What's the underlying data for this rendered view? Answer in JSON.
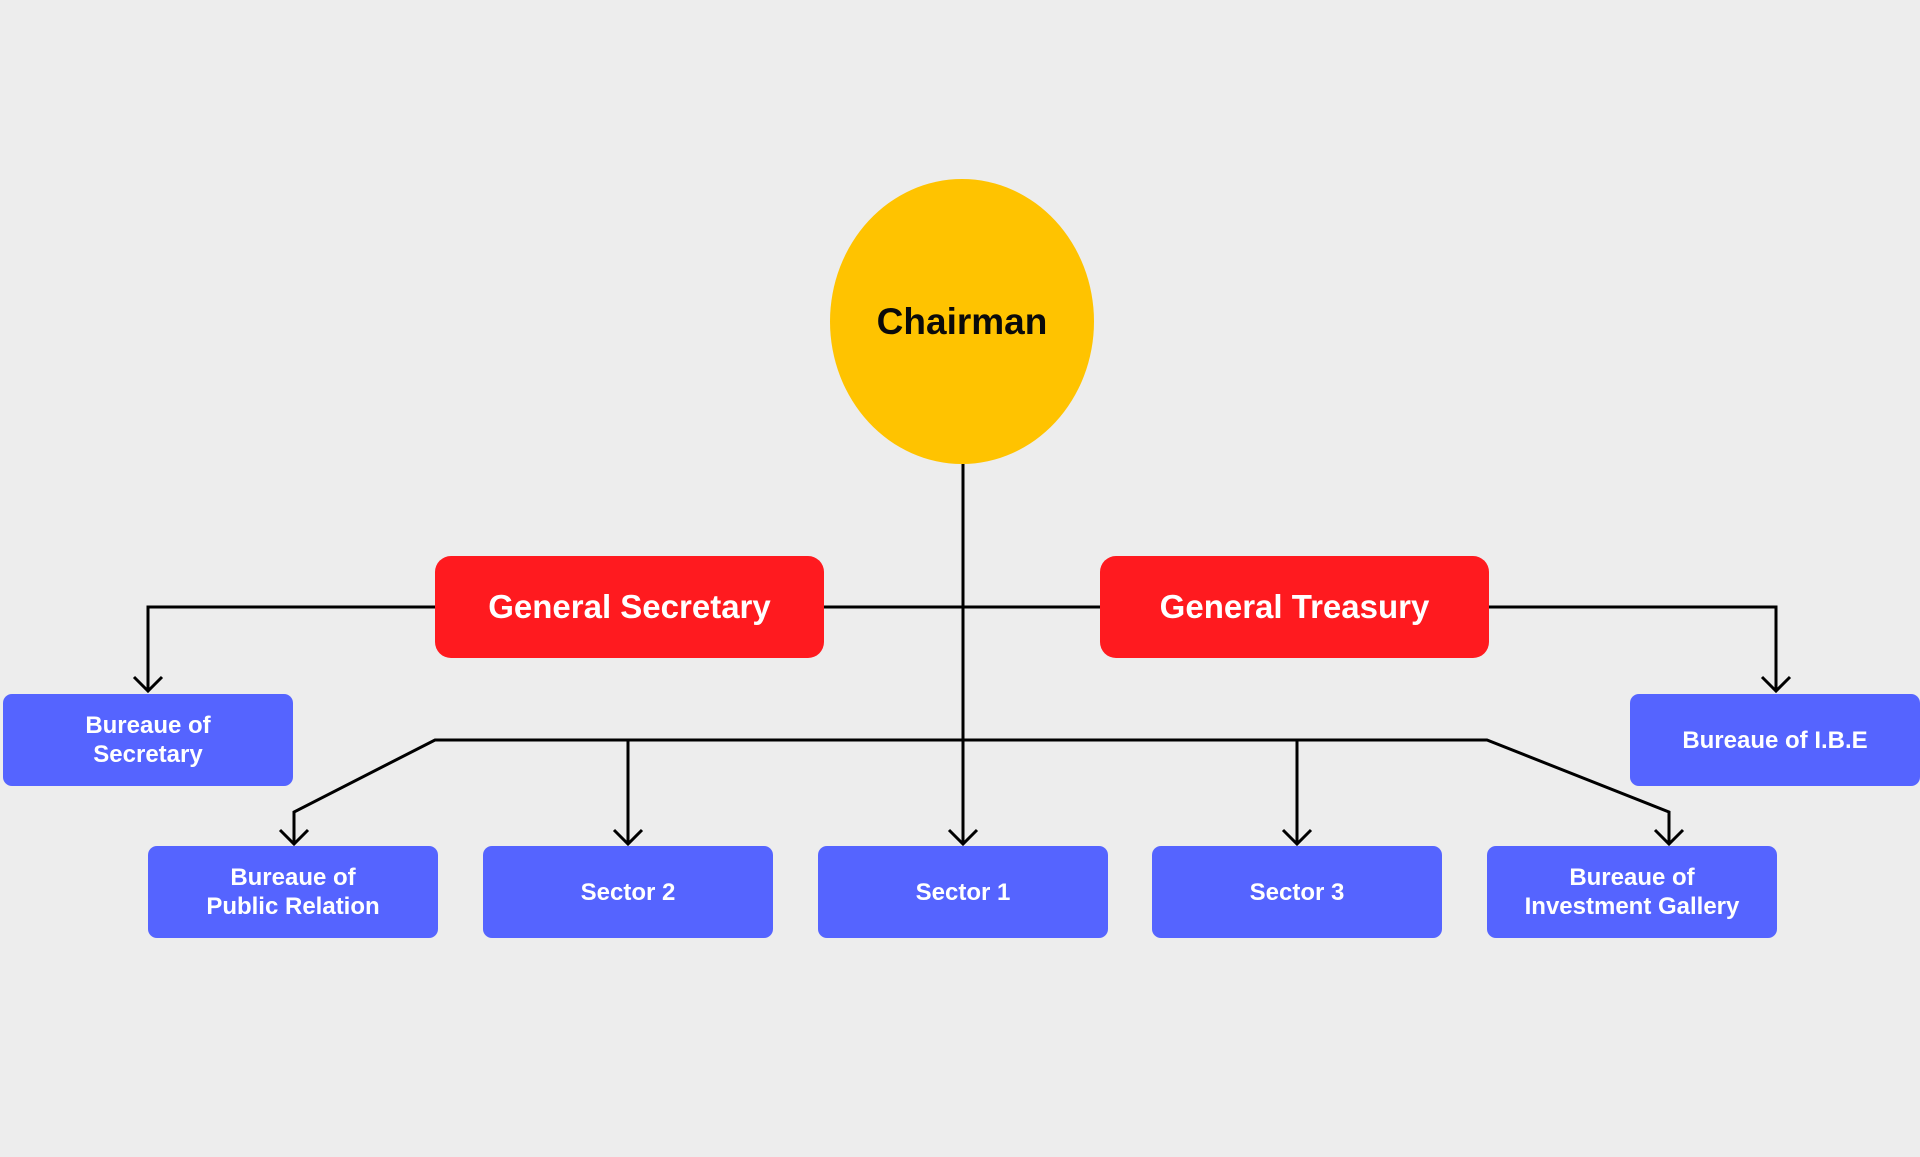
{
  "colors": {
    "background": "#ededed",
    "chairman_fill": "#ffc300",
    "general_fill": "#ff1a1f",
    "bureau_fill": "#5564ff",
    "connector": "#000000",
    "chairman_text": "#0a0a0a",
    "box_text": "#ffffff"
  },
  "chairman": {
    "label": "Chairman"
  },
  "general_secretary": {
    "label": "General Secretary"
  },
  "general_treasury": {
    "label": "General Treasury"
  },
  "bureau_secretary": {
    "label": "Bureaue of\nSecretary"
  },
  "bureau_ibe": {
    "label": "Bureaue of I.B.E"
  },
  "bureau_public_relation": {
    "label": "Bureaue of\nPublic Relation"
  },
  "sector_2": {
    "label": "Sector 2"
  },
  "sector_1": {
    "label": "Sector 1"
  },
  "sector_3": {
    "label": "Sector 3"
  },
  "bureau_investment_gallery": {
    "label": "Bureaue of\nInvestment Gallery"
  }
}
